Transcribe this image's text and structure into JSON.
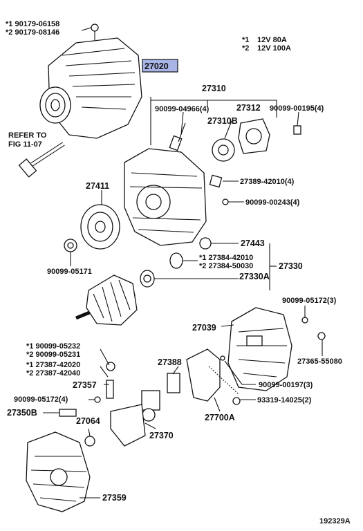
{
  "highlight": {
    "color": "#a9b4e6"
  },
  "refer": {
    "line1": "REFER TO",
    "line2": "FIG 11-07"
  },
  "notes": [
    {
      "mark": "*1",
      "text": "12V 80A"
    },
    {
      "mark": "*2",
      "text": "12V 100A"
    }
  ],
  "labels": [
    {
      "id": "l1",
      "text": "*1 90179-06158"
    },
    {
      "id": "l2",
      "text": "*2 90179-08146"
    },
    {
      "id": "l3",
      "text": "27020"
    },
    {
      "id": "l4",
      "text": "27310"
    },
    {
      "id": "l5",
      "text": "90099-04966(4)"
    },
    {
      "id": "l6",
      "text": "27312"
    },
    {
      "id": "l7",
      "text": "90099-00195(4)"
    },
    {
      "id": "l8",
      "text": "27310B"
    },
    {
      "id": "l9",
      "text": "27411"
    },
    {
      "id": "l10",
      "text": "27389-42010(4)"
    },
    {
      "id": "l11",
      "text": "90099-00243(4)"
    },
    {
      "id": "l12",
      "text": "27443"
    },
    {
      "id": "l13",
      "text": "*1 27384-42010"
    },
    {
      "id": "l14",
      "text": "*2 27384-50030"
    },
    {
      "id": "l15",
      "text": "27330"
    },
    {
      "id": "l16",
      "text": "90099-05171"
    },
    {
      "id": "l17",
      "text": "27330A"
    },
    {
      "id": "l18",
      "text": "90099-05172(3)"
    },
    {
      "id": "l19",
      "text": "27039"
    },
    {
      "id": "l20",
      "text": "27365-55080"
    },
    {
      "id": "l21",
      "text": "*1 90099-05232"
    },
    {
      "id": "l22",
      "text": "*2 90099-05231"
    },
    {
      "id": "l23",
      "text": "*1 27387-42020"
    },
    {
      "id": "l24",
      "text": "*2 27387-42040"
    },
    {
      "id": "l25",
      "text": "27388"
    },
    {
      "id": "l26",
      "text": "27357"
    },
    {
      "id": "l27",
      "text": "90099-00197(3)"
    },
    {
      "id": "l28",
      "text": "90099-05172(4)"
    },
    {
      "id": "l29",
      "text": "93319-14025(2)"
    },
    {
      "id": "l30",
      "text": "27350B"
    },
    {
      "id": "l31",
      "text": "27064"
    },
    {
      "id": "l32",
      "text": "27700A"
    },
    {
      "id": "l33",
      "text": "27370"
    },
    {
      "id": "l34",
      "text": "27359"
    }
  ],
  "figure_id": "192329A"
}
